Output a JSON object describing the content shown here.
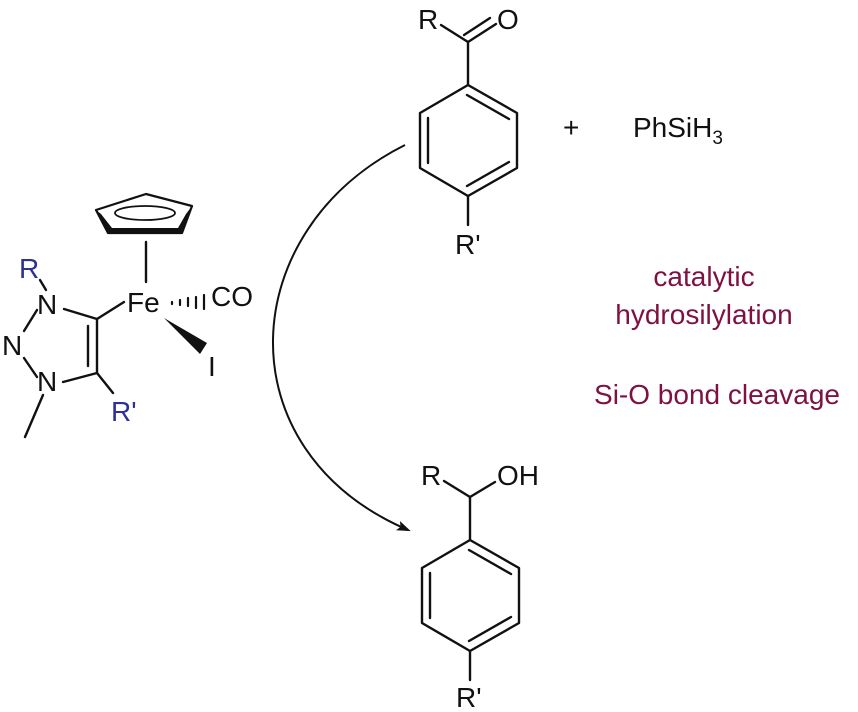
{
  "catalyst": {
    "metal": "Fe",
    "ligand_co": "CO",
    "ligand_i": "I",
    "triazole_n1": "N",
    "triazole_n2": "N",
    "triazole_n3": "N",
    "substituent_r": "R",
    "substituent_r_prime": "R'"
  },
  "substrate": {
    "ketone_r": "R",
    "ketone_o": "O",
    "para_r_prime": "R'"
  },
  "reagent": {
    "plus": "+",
    "silane_main": "PhSiH",
    "silane_subscript": "3"
  },
  "product": {
    "alcohol_r": "R",
    "alcohol_oh": "OH",
    "para_r_prime": "R'"
  },
  "annotations": {
    "line1": "catalytic",
    "line2": "hydrosilylation",
    "line3": "Si-O bond cleavage"
  },
  "colors": {
    "metal": "#7f1042",
    "substituent": "#2e3192",
    "annotation": "#7f1042",
    "bond": "#111111"
  }
}
